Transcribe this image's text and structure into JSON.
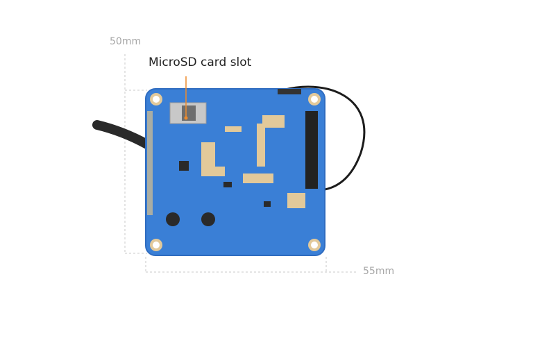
{
  "labels": {
    "height_dimension": "50mm",
    "width_dimension": "55mm",
    "callout": "MicroSD card slot"
  },
  "colors": {
    "board": "#3a7fd6",
    "board_edge": "#2f6cc0",
    "gold": "#e2c99a",
    "callout_line": "#ee8b2c",
    "dimension_line": "#c8c8c8"
  }
}
